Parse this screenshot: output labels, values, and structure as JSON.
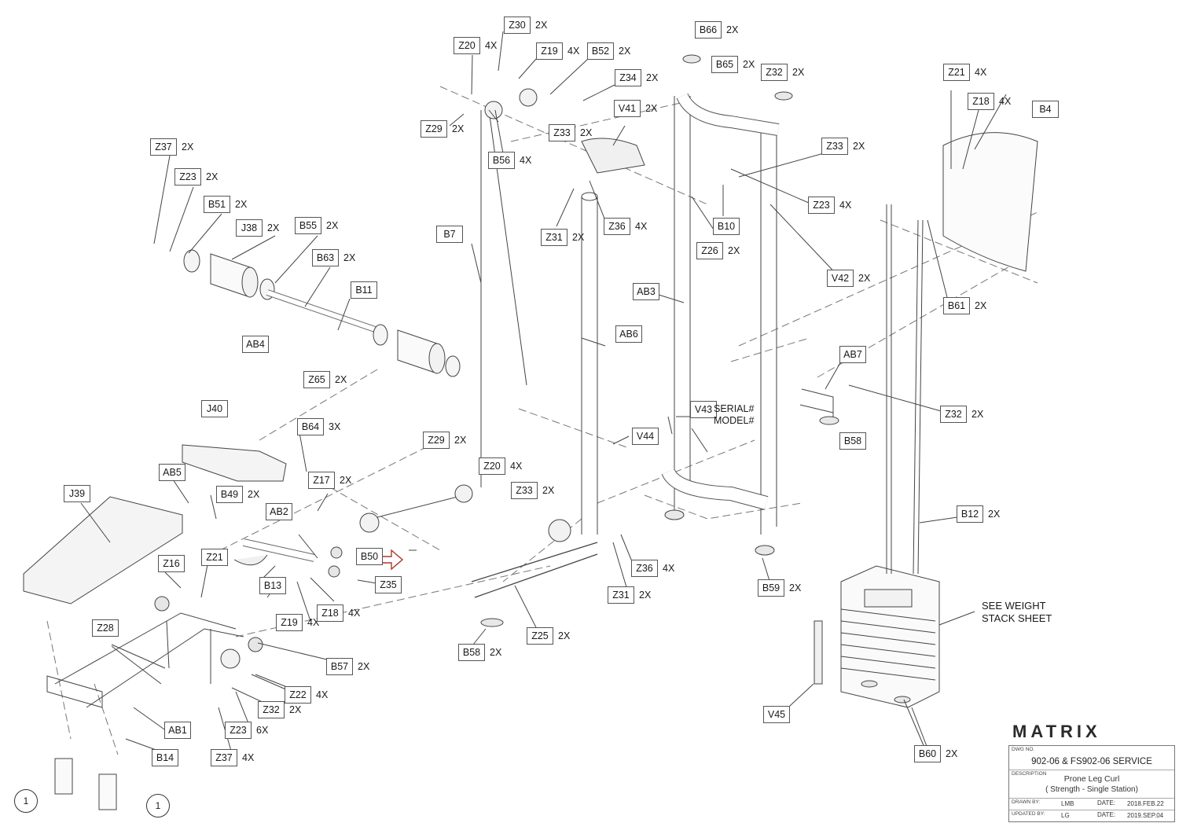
{
  "brand": "MATRIX",
  "title_block": {
    "dwg_no_caption": "DWG NO.",
    "dwg_no": "902-06 & FS902-06 SERVICE",
    "description_caption": "DESCRIPTION",
    "description_line1": "Prone Leg Curl",
    "description_line2": "( Strength - Single Station)",
    "drawn_by_caption": "DRAWN BY:",
    "drawn_by": "LMB",
    "drawn_date_caption": "DATE:",
    "drawn_date": "2018.FEB.22",
    "updated_by_caption": "UPDATED BY:",
    "updated_by": "LG",
    "updated_date_caption": "DATE:",
    "updated_date": "2019.SEP.04"
  },
  "notes": {
    "serial": "SERIAL#\nMODEL#",
    "weight_stack": "SEE WEIGHT\nSTACK SHEET"
  },
  "callouts": [
    "1",
    "1"
  ],
  "parts": [
    {
      "code": "Z30",
      "qty": "2X"
    },
    {
      "code": "Z20",
      "qty": "4X"
    },
    {
      "code": "Z19",
      "qty": "4X"
    },
    {
      "code": "B52",
      "qty": "2X"
    },
    {
      "code": "Z34",
      "qty": "2X"
    },
    {
      "code": "V41",
      "qty": "2X"
    },
    {
      "code": "Z29",
      "qty": "2X"
    },
    {
      "code": "Z33",
      "qty": "2X"
    },
    {
      "code": "B56",
      "qty": "4X"
    },
    {
      "code": "B66",
      "qty": "2X"
    },
    {
      "code": "B65",
      "qty": "2X"
    },
    {
      "code": "Z32",
      "qty": "2X"
    },
    {
      "code": "Z21",
      "qty": "4X"
    },
    {
      "code": "Z18",
      "qty": "4X"
    },
    {
      "code": "B4",
      "qty": ""
    },
    {
      "code": "Z37",
      "qty": "2X"
    },
    {
      "code": "Z23",
      "qty": "2X"
    },
    {
      "code": "B51",
      "qty": "2X"
    },
    {
      "code": "J38",
      "qty": "2X"
    },
    {
      "code": "B55",
      "qty": "2X"
    },
    {
      "code": "B63",
      "qty": "2X"
    },
    {
      "code": "B11",
      "qty": ""
    },
    {
      "code": "AB4",
      "qty": ""
    },
    {
      "code": "Z65",
      "qty": "2X"
    },
    {
      "code": "B7",
      "qty": ""
    },
    {
      "code": "Z31",
      "qty": "2X"
    },
    {
      "code": "Z36",
      "qty": "4X"
    },
    {
      "code": "Z33",
      "qty": "2X"
    },
    {
      "code": "Z23",
      "qty": "4X"
    },
    {
      "code": "B10",
      "qty": ""
    },
    {
      "code": "Z26",
      "qty": "2X"
    },
    {
      "code": "V42",
      "qty": "2X"
    },
    {
      "code": "B61",
      "qty": "2X"
    },
    {
      "code": "AB3",
      "qty": ""
    },
    {
      "code": "AB6",
      "qty": ""
    },
    {
      "code": "AB7",
      "qty": ""
    },
    {
      "code": "Z32",
      "qty": "2X"
    },
    {
      "code": "B58",
      "qty": ""
    },
    {
      "code": "V43",
      "qty": ""
    },
    {
      "code": "V44",
      "qty": ""
    },
    {
      "code": "J40",
      "qty": ""
    },
    {
      "code": "B64",
      "qty": "3X"
    },
    {
      "code": "Z29",
      "qty": "2X"
    },
    {
      "code": "Z20",
      "qty": "4X"
    },
    {
      "code": "Z33",
      "qty": "2X"
    },
    {
      "code": "AB5",
      "qty": ""
    },
    {
      "code": "J39",
      "qty": ""
    },
    {
      "code": "B49",
      "qty": "2X"
    },
    {
      "code": "Z17",
      "qty": "2X"
    },
    {
      "code": "AB2",
      "qty": ""
    },
    {
      "code": "B50",
      "qty": ""
    },
    {
      "code": "Z35",
      "qty": ""
    },
    {
      "code": "B13",
      "qty": ""
    },
    {
      "code": "Z16",
      "qty": ""
    },
    {
      "code": "Z21",
      "qty": ""
    },
    {
      "code": "Z19",
      "qty": "4X"
    },
    {
      "code": "Z18",
      "qty": "4X"
    },
    {
      "code": "Z28",
      "qty": ""
    },
    {
      "code": "B57",
      "qty": "2X"
    },
    {
      "code": "Z22",
      "qty": "4X"
    },
    {
      "code": "Z32",
      "qty": "2X"
    },
    {
      "code": "Z23",
      "qty": "6X"
    },
    {
      "code": "AB1",
      "qty": ""
    },
    {
      "code": "B14",
      "qty": ""
    },
    {
      "code": "Z37",
      "qty": "4X"
    },
    {
      "code": "Z36",
      "qty": "4X"
    },
    {
      "code": "Z31",
      "qty": "2X"
    },
    {
      "code": "Z25",
      "qty": "2X"
    },
    {
      "code": "B58",
      "qty": "2X"
    },
    {
      "code": "B59",
      "qty": "2X"
    },
    {
      "code": "B12",
      "qty": "2X"
    },
    {
      "code": "V45",
      "qty": ""
    },
    {
      "code": "B60",
      "qty": "2X"
    }
  ]
}
